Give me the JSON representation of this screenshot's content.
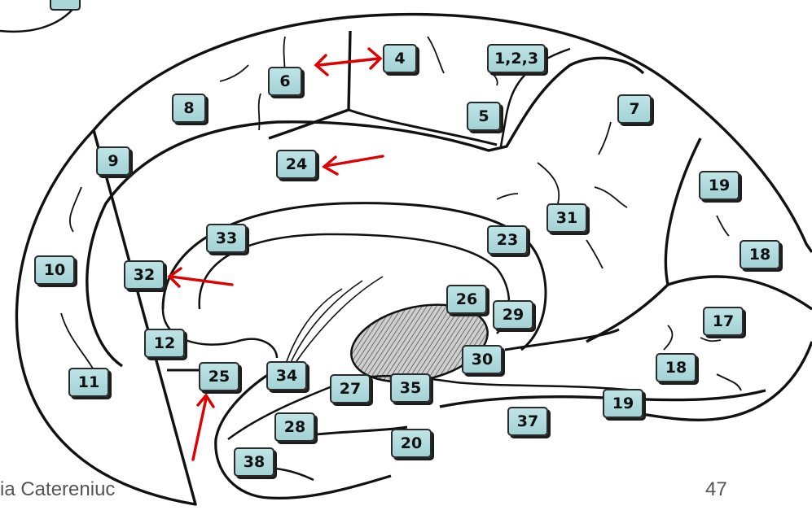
{
  "areas": [
    "4",
    "1,2,3",
    "6",
    "8",
    "5",
    "7",
    "9",
    "24",
    "19",
    "31",
    "33",
    "23",
    "18",
    "10",
    "32",
    "26",
    "29",
    "17",
    "12",
    "30",
    "18",
    "25",
    "34",
    "11",
    "27",
    "35",
    "19",
    "37",
    "28",
    "20",
    "38"
  ],
  "footer": {
    "author": "ia Catereniuc",
    "page": "47"
  },
  "colors": {
    "label_fill": "#a9d6d9",
    "arrow": "#e00000",
    "outline": "#111111"
  }
}
